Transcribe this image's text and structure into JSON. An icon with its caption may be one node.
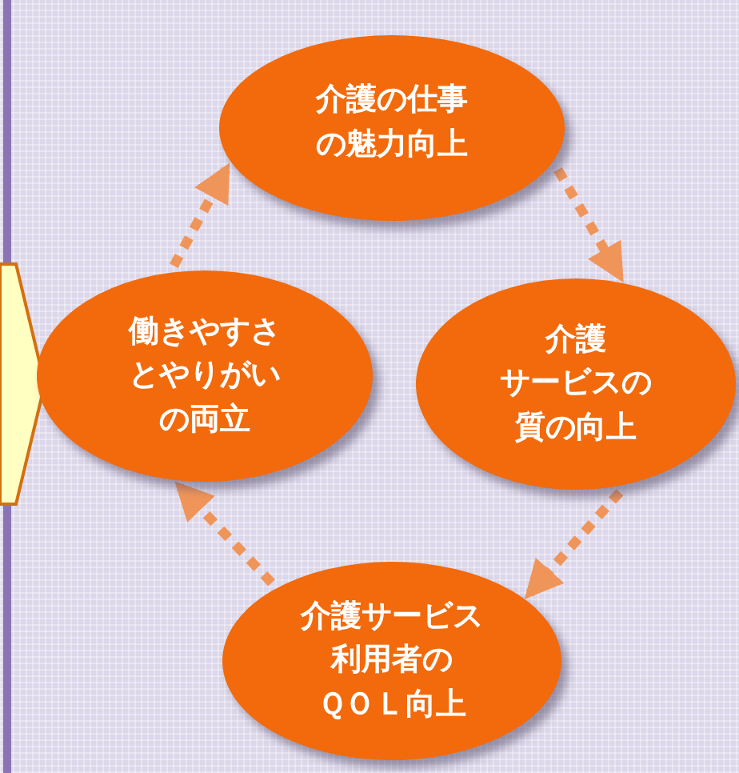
{
  "diagram": {
    "nodes": [
      {
        "text": [
          "介護の仕事の魅力向上"
        ]
      },
      {
        "text": [
          "働きやすさとやりがいの両立"
        ]
      },
      {
        "text": [
          "介護サービスの質の向上"
        ]
      },
      {
        "text": [
          "介護サービス利用者のＱＯＬ向上"
        ]
      },
      {
        "text": [],
        "shape": "chevron"
      }
    ],
    "edges": [
      {
        "from": 0,
        "to": 2,
        "arrow": "to",
        "style": "dashed"
      },
      {
        "from": 2,
        "to": 3,
        "arrow": "to",
        "style": "dashed"
      },
      {
        "from": 3,
        "to": 1,
        "arrow": "to",
        "style": "dashed"
      },
      {
        "from": 1,
        "to": 0,
        "arrow": "to",
        "style": "dashed"
      }
    ]
  }
}
